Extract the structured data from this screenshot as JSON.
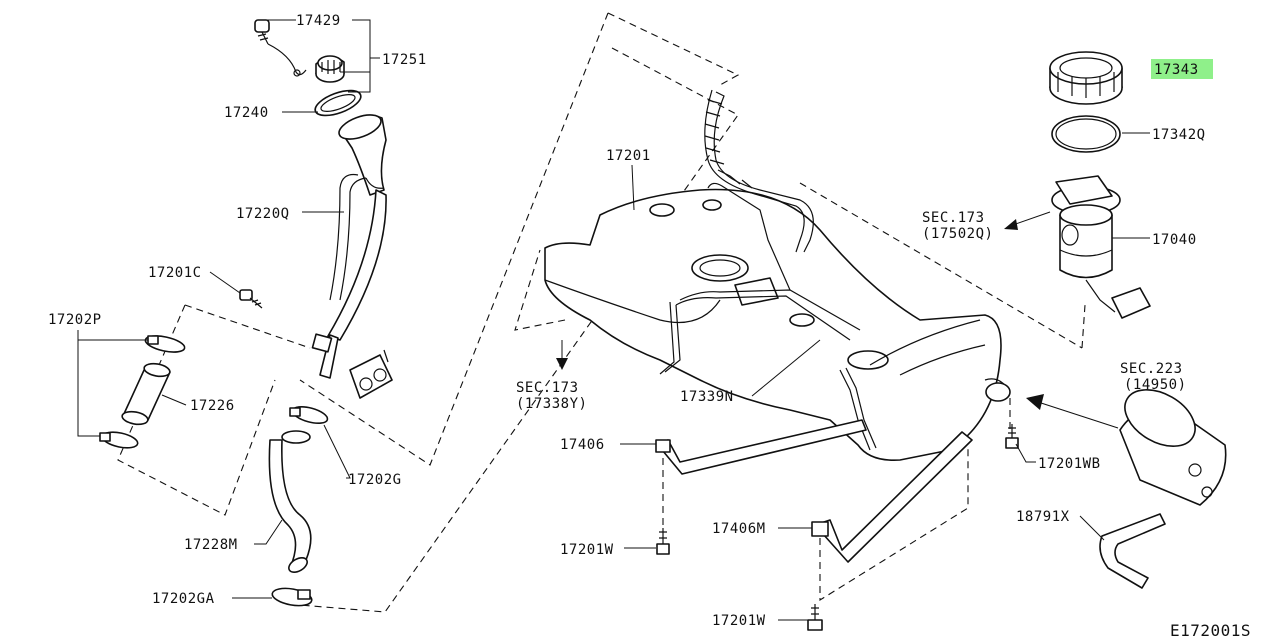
{
  "diagram_id": "E172001S",
  "highlight_color": "#8ff08a",
  "labels": {
    "p17429": "17429",
    "p17251": "17251",
    "p17240": "17240",
    "p17220Q": "17220Q",
    "p17201C": "17201C",
    "p17202P": "17202P",
    "p17226": "17226",
    "p17202G": "17202G",
    "p17228M": "17228M",
    "p17202GA": "17202GA",
    "p17201": "17201",
    "sec173a_1": "SEC.173",
    "sec173a_2": "(17338Y)",
    "p17339N": "17339N",
    "p17406": "17406",
    "p17201W_1": "17201W",
    "p17406M": "17406M",
    "p17201W_2": "17201W",
    "p17343": "17343",
    "p17342Q": "17342Q",
    "sec173b_1": "SEC.173",
    "sec173b_2": "(17502Q)",
    "p17040": "17040",
    "sec223_1": "SEC.223",
    "sec223_2": "(14950)",
    "p17201WB": "17201WB",
    "p18791X": "18791X"
  }
}
